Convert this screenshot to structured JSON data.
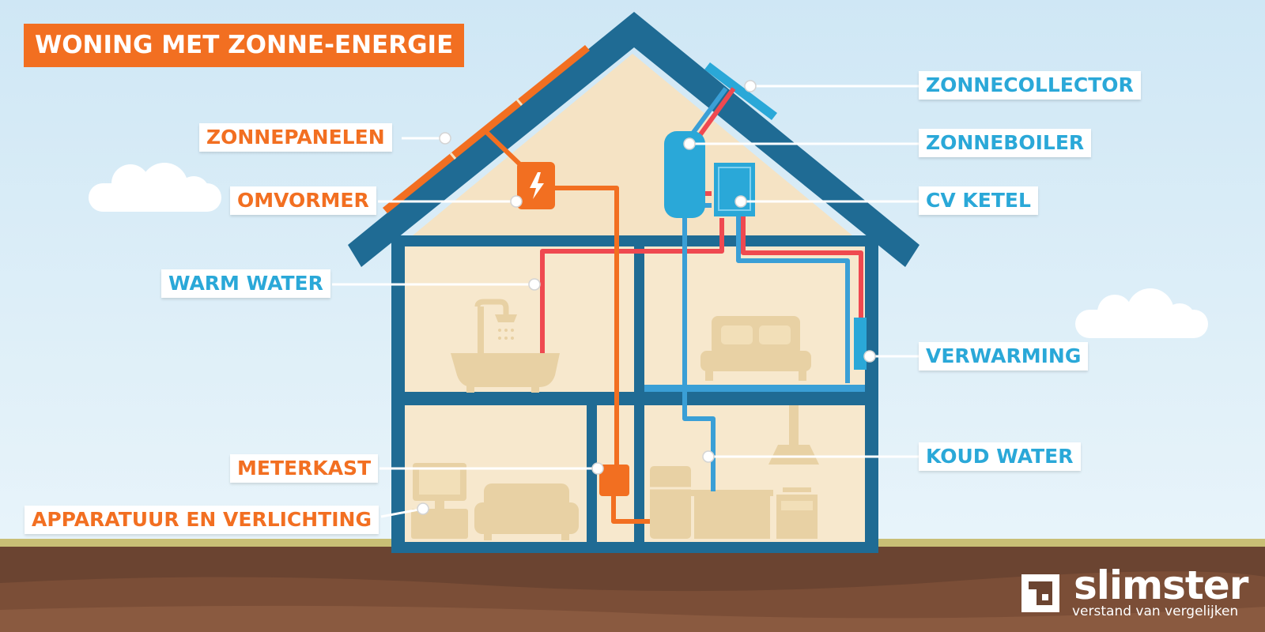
{
  "title": "WONING MET ZONNE-ENERGIE",
  "labels": {
    "zonnepanelen": "ZONNEPANELEN",
    "omvormer": "OMVORMER",
    "warm_water": "WARM WATER",
    "meterkast": "METERKAST",
    "apparatuur": "APPARATUUR EN VERLICHTING",
    "zonnecollector": "ZONNECOLLECTOR",
    "zonneboiler": "ZONNEBOILER",
    "cv_ketel": "CV KETEL",
    "verwarming": "VERWARMING",
    "koud_water": "KOUD WATER"
  },
  "brand": {
    "name": "slimster",
    "tagline": "verstand van vergelijken"
  },
  "colors": {
    "orange": "#f26f21",
    "blue": "#2aa8d8",
    "house": "#1f6b94",
    "hot_pipe": "#ef4950",
    "cold_pipe": "#3a9fd6"
  },
  "icons": {
    "omvormer": "lightning-icon",
    "bathroom": "bathtub-icon",
    "bedroom": "bed-icon",
    "living": "tv-sofa-icon",
    "kitchen": "kitchen-icon"
  }
}
